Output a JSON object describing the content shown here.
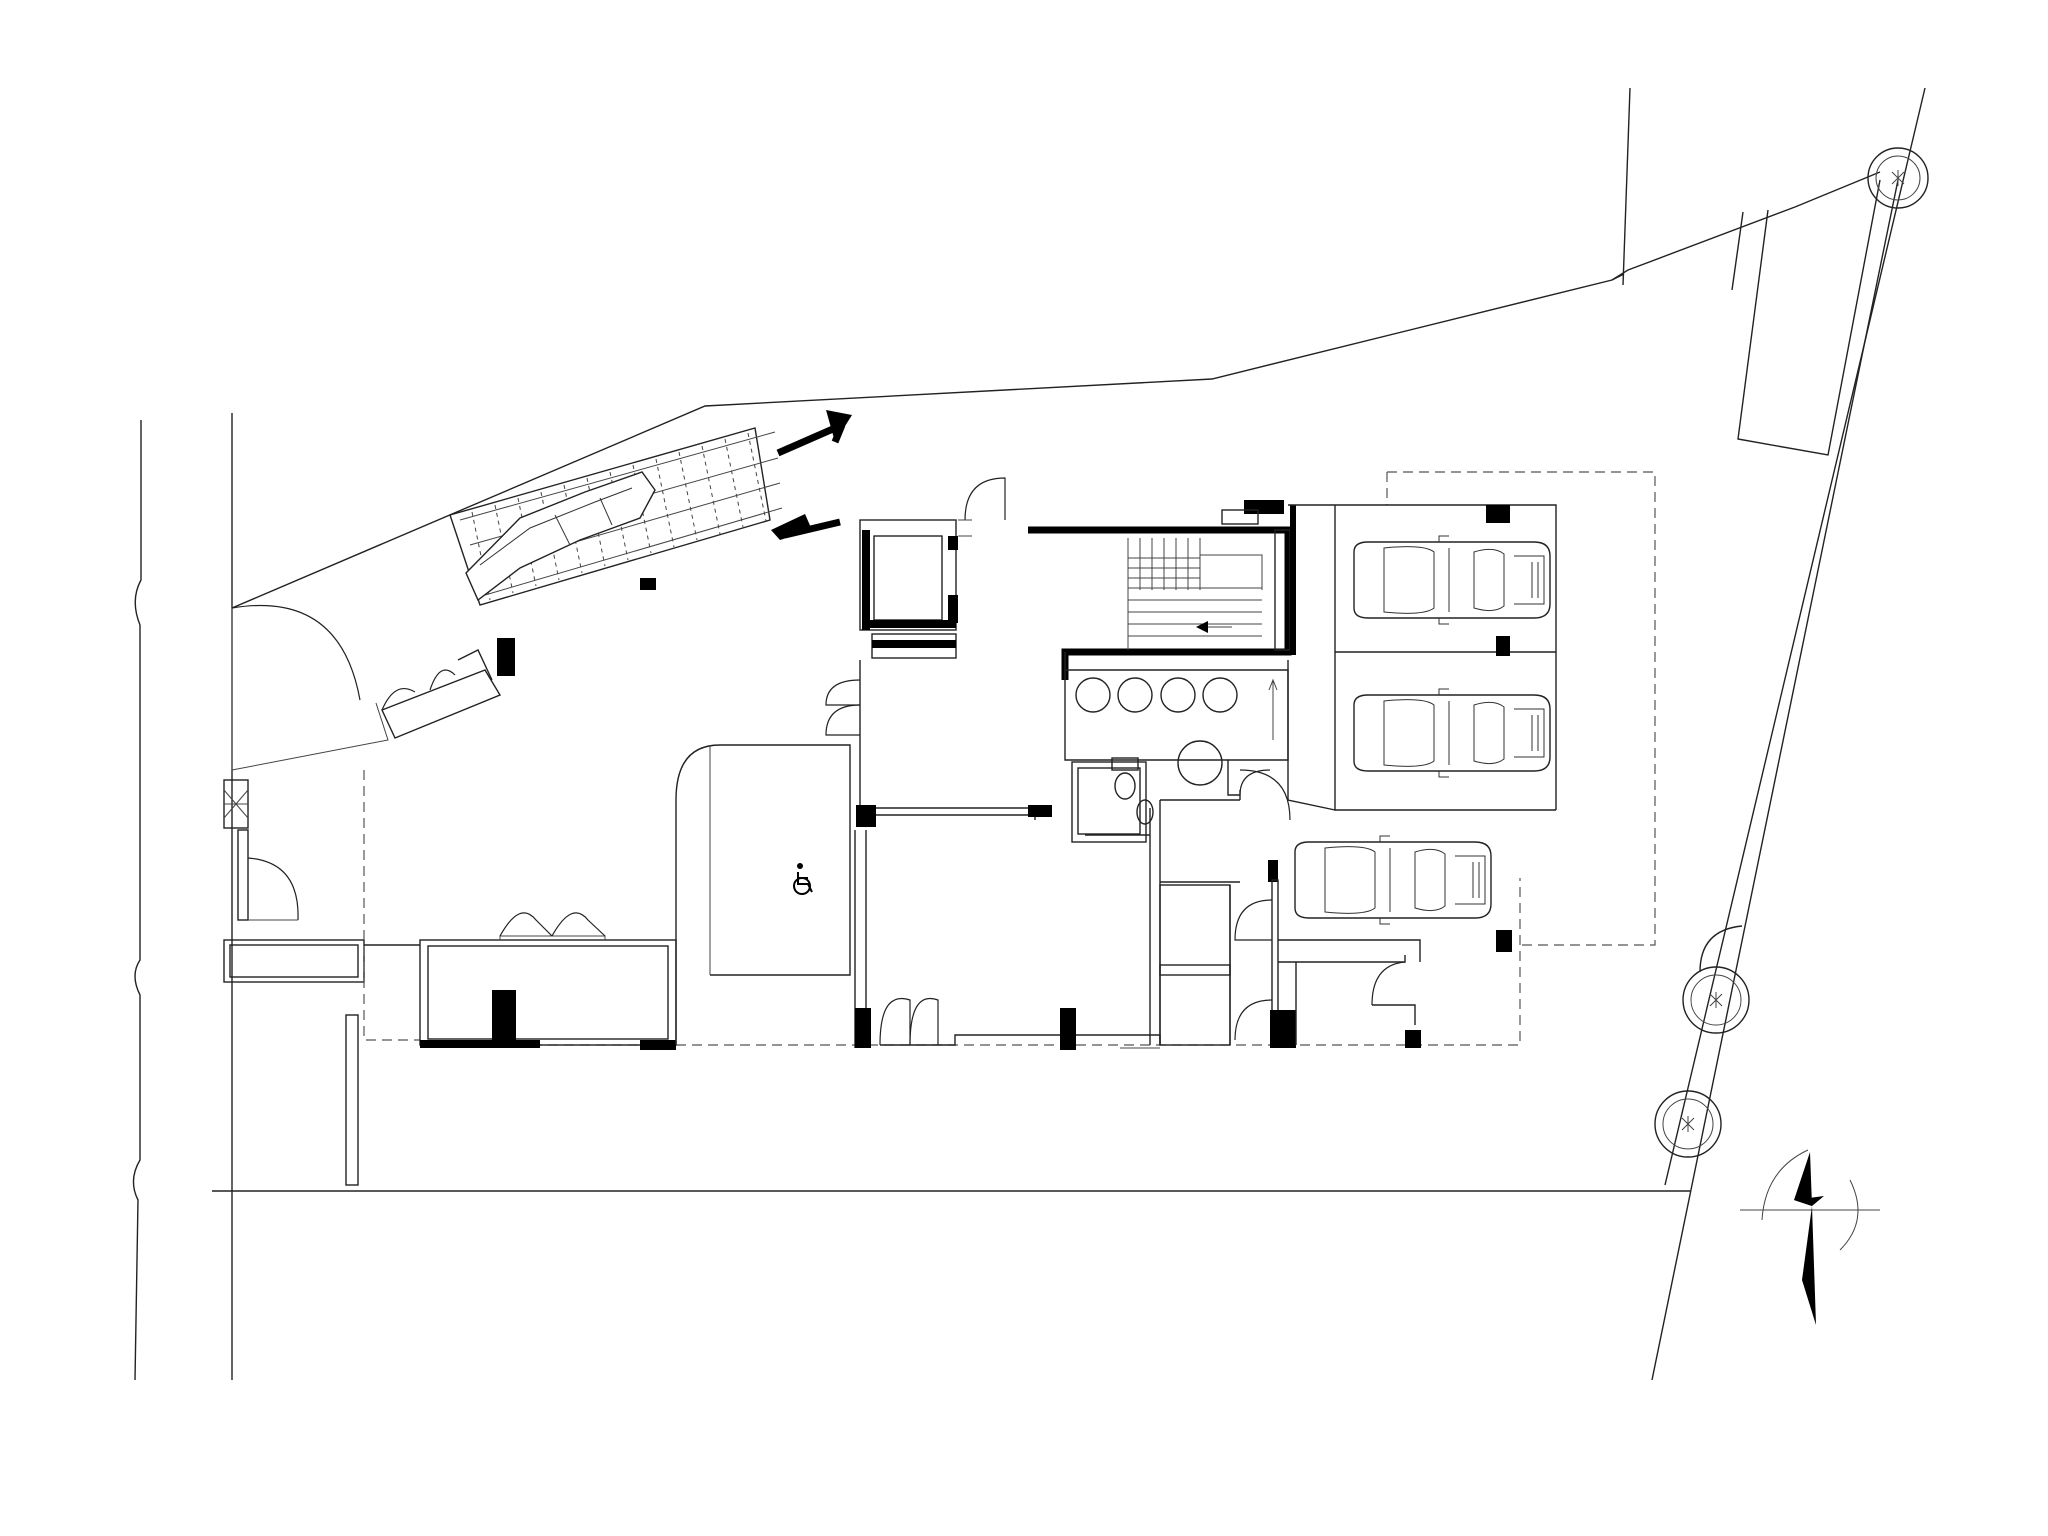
{
  "drawing": {
    "kind": "architectural-ground-floor-plan",
    "line_color": "#222222",
    "wall_color": "#000000",
    "background": "#ffffff"
  },
  "symbols": {
    "accessibility": "wheelchair-icon",
    "north_arrow": "north-arrow-icon",
    "entry_arrow": "arrow-icon",
    "trees": "tree-icon"
  },
  "counts": {
    "parked_cars": 3,
    "trees": 4,
    "columns_round": 5
  }
}
